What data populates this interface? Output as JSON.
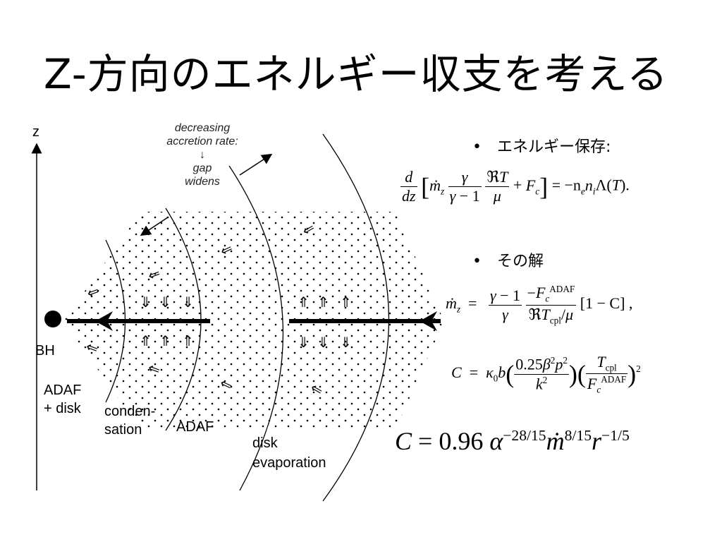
{
  "slide": {
    "title": "Z-方向のエネルギー収支を考える"
  },
  "figure": {
    "z_label": "z",
    "bh_label": "BH",
    "adaf_disk_label": "ADAF\n+ disk",
    "condensation_label": "conden-\nsation",
    "adaf_label": "ADAF",
    "disk_evaporation_label": "disk\nevaporation",
    "note": "decreasing\naccretion rate:\n↓\ngap\nwidens"
  },
  "bullets": {
    "energy_conservation": "エネルギー保存:",
    "solution": "その解"
  },
  "equations": {
    "eq1_rhs": "= −n",
    "eq2_bracket": "[1 − C] ,",
    "big_formula_prefix": "= 0.96"
  }
}
